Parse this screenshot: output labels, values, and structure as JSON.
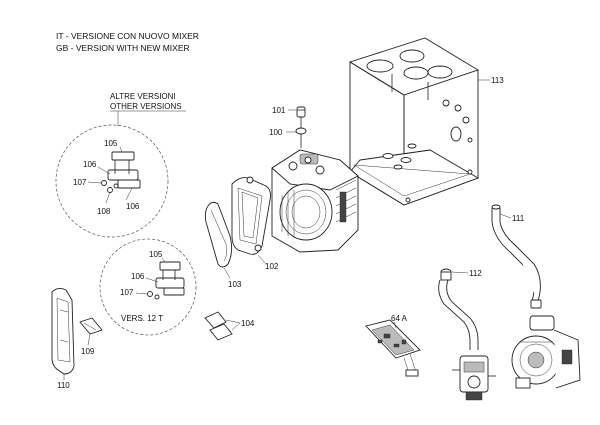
{
  "header": {
    "line_it": "IT - VERSIONE CON NUOVO MIXER",
    "line_gb": "GB - VERSION WITH NEW MIXER"
  },
  "callouts": {
    "other_it": "ALTRE VERSIONI",
    "other_gb": "OTHER VERSIONS",
    "vers": "VERS. 12 T"
  },
  "labels": {
    "p101": "101",
    "p100": "100",
    "p113": "113",
    "p105a": "105",
    "p106a": "106",
    "p107a": "107",
    "p108": "108",
    "p106b": "106",
    "p102": "102",
    "p111": "111",
    "p105b": "105",
    "p106c": "106",
    "p107b": "107",
    "p103": "103",
    "p112": "112",
    "p104": "104",
    "p64a": "64 A",
    "p109": "109",
    "p110": "110"
  }
}
